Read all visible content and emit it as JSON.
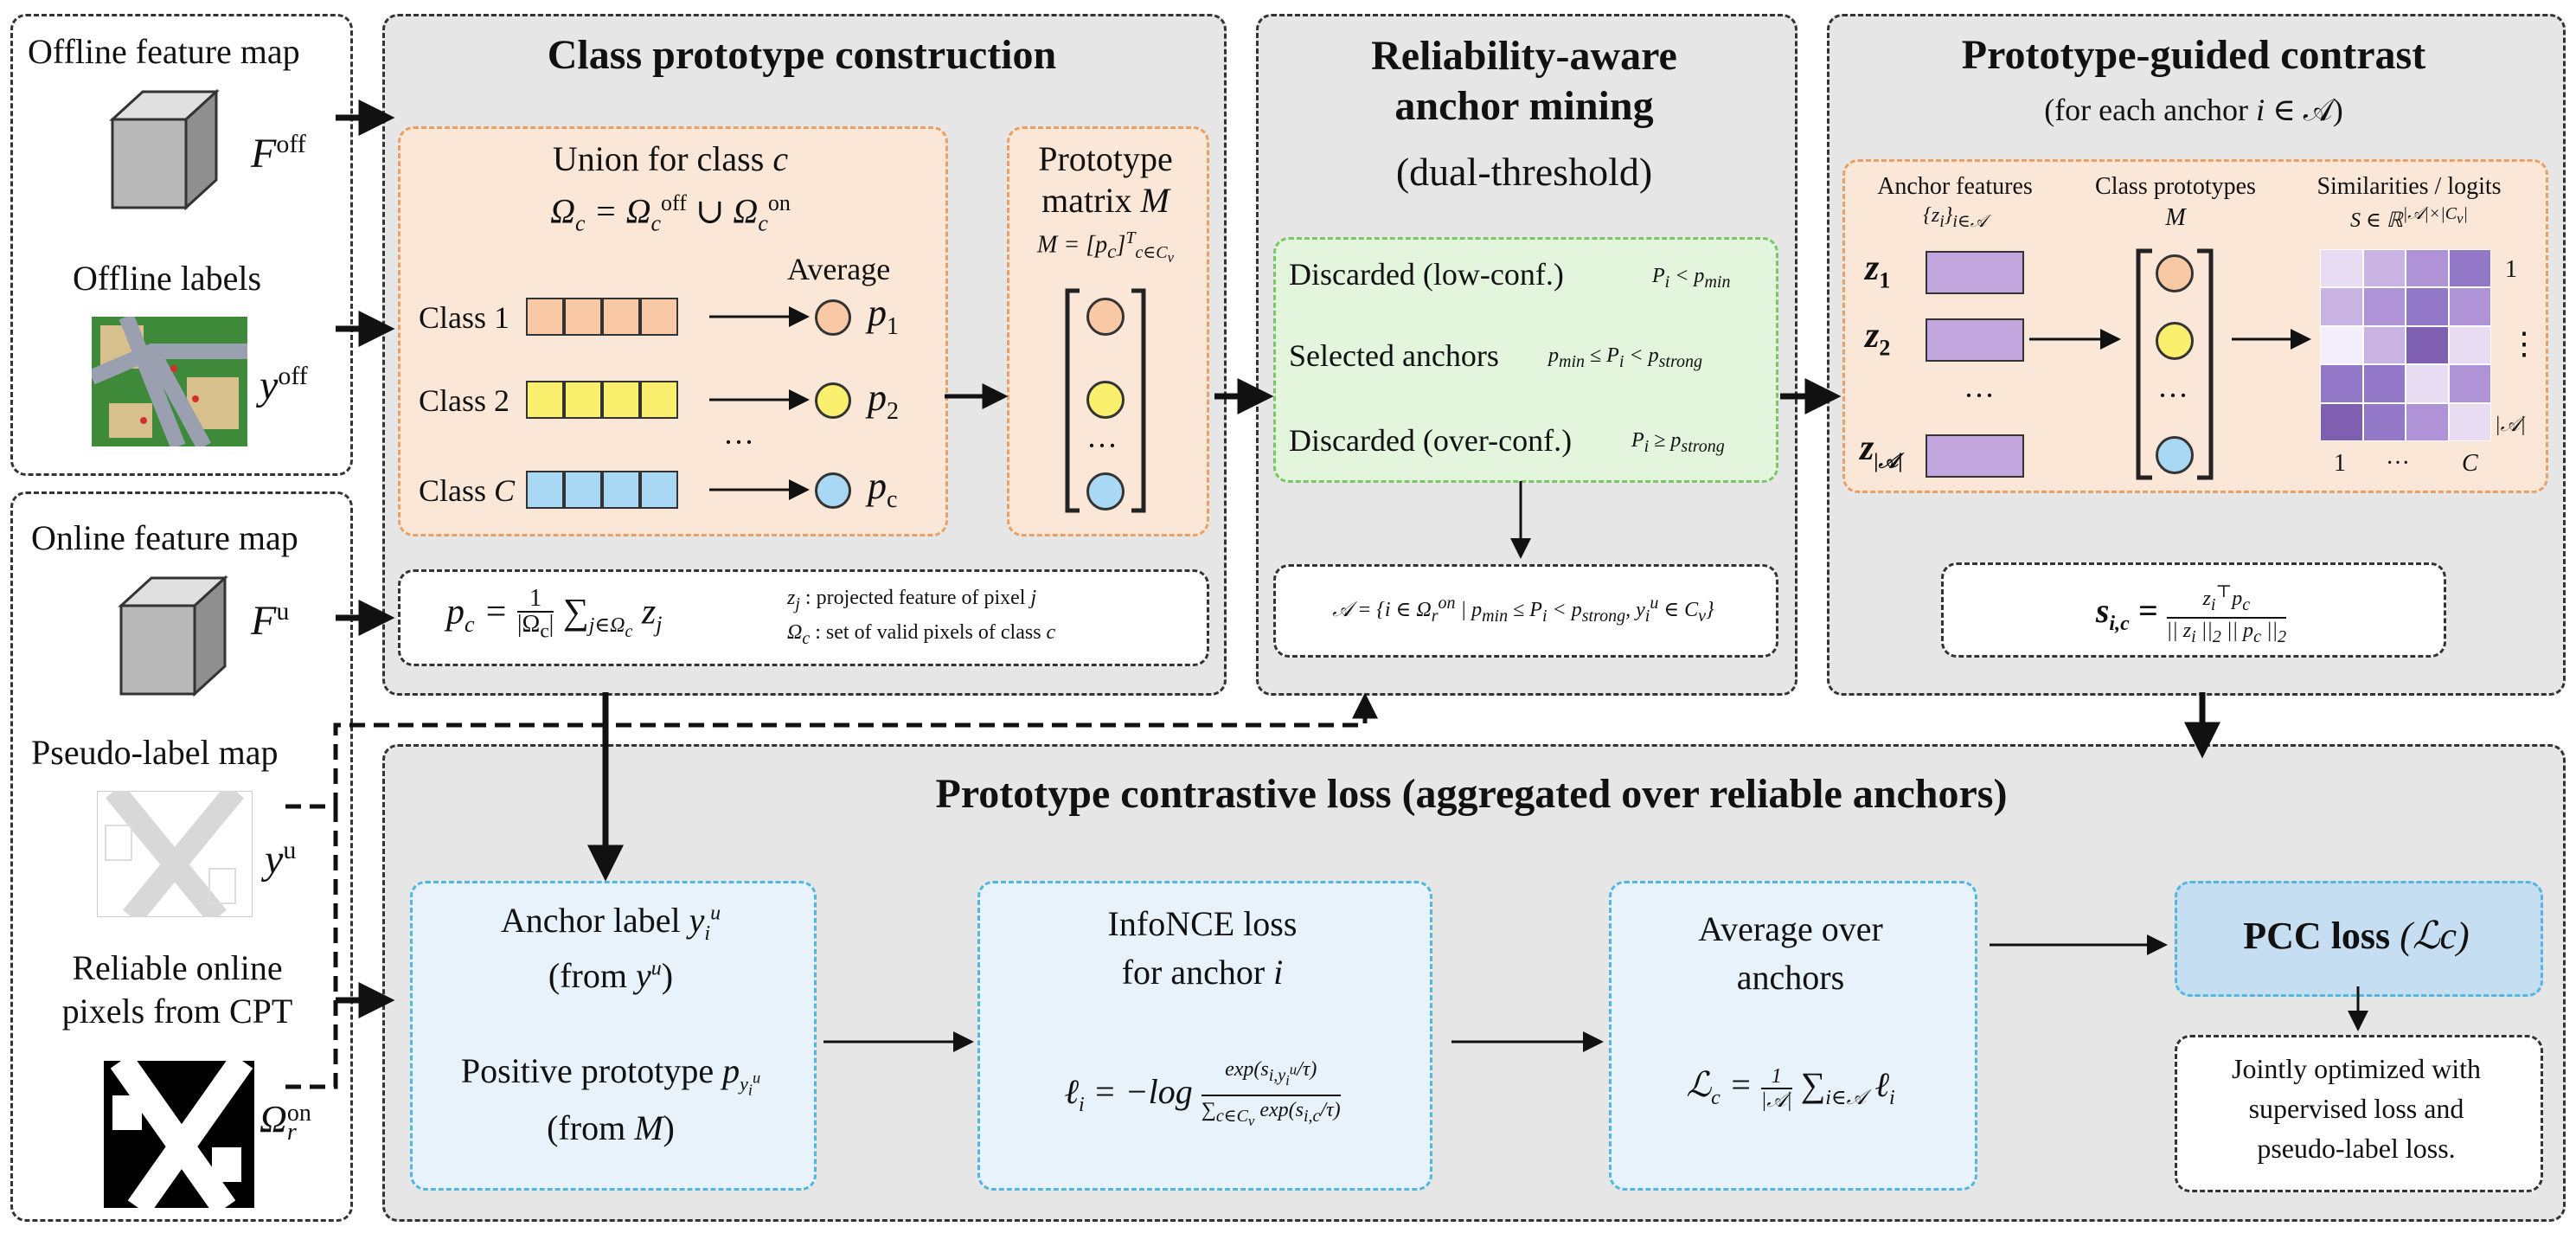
{
  "inputs": {
    "offline_feature_map": "Offline feature map",
    "F_off": "F",
    "F_off_sup": "off",
    "offline_labels": "Offline labels",
    "y_off": "y",
    "y_off_sup": "off",
    "online_feature_map": "Online feature map",
    "F_u": "F",
    "F_u_sup": "u",
    "pseudo_label_map": "Pseudo-label map",
    "y_u": "y",
    "y_u_sup": "u",
    "reliable_line1": "Reliable online",
    "reliable_line2": "pixels from CPT",
    "omega_r": "Ω",
    "omega_r_sub": "r",
    "omega_r_sup": "on"
  },
  "cpc": {
    "title": "Class prototype construction",
    "union_title": "Union for class c",
    "union_formula": "Ω_c = Ω_c^off ∪ Ω_c^on",
    "average": "Average",
    "classes": [
      {
        "label": "Class 1",
        "proto": "p",
        "sub": "1",
        "color": "#f9c9a6"
      },
      {
        "label": "Class 2",
        "proto": "p",
        "sub": "2",
        "color": "#fbef6e"
      },
      {
        "label": "Class C",
        "proto": "p",
        "sub": "c",
        "color": "#a8d8f3"
      }
    ],
    "ellipsis": "···",
    "matrix_title_1": "Prototype",
    "matrix_title_2": "matrix M",
    "matrix_formula": "M = [p_c]^T_{c∈C_v}",
    "pc_formula": "p_c = 1/|Ω_c| Σ_{j∈Ω_c} z_j",
    "note1": "z_j : projected feature of pixel j",
    "note2": "Ω_c : set of valid pixels of class c"
  },
  "ram": {
    "title1": "Reliability-aware",
    "title2": "anchor mining",
    "subtitle": "(dual-threshold)",
    "rows": [
      {
        "label": "Discarded (low-conf.)",
        "cond": "P_i < p_min"
      },
      {
        "label": "Selected anchors",
        "cond": "p_min ≤ P_i < p_strong"
      },
      {
        "label": "Discarded (over-conf.)",
        "cond": "P_i ≥ p_strong"
      }
    ],
    "anchor_set": "𝒜 = {i ∈ Ω_r^on | p_min ≤ P_i < p_strong, y_i^u ∈ C_v}"
  },
  "pgc": {
    "title": "Prototype-guided contrast",
    "subtitle": "(for each anchor i ∈ 𝒜)",
    "anchor_features": "Anchor features",
    "anchor_set_label": "{z_i}_{i∈𝒜}",
    "class_prototypes": "Class prototypes",
    "M": "M",
    "similarities": "Similarities / logits",
    "S_def": "S ∈ ℝ^{|𝒜|×|C_v|}",
    "z_labels": [
      "z₁",
      "z₂",
      "···",
      "z|𝒜|"
    ],
    "row_labels": [
      "1",
      "⋮",
      "|𝒜|"
    ],
    "col_labels": [
      "1",
      "···",
      "C"
    ],
    "feature_color": "#c3a6dd",
    "sim_formula": "s_{i,c} = z_i^T p_c / (||z_i||_2 ||p_c||_2)"
  },
  "loss": {
    "title": "Prototype contrastive loss (aggregated over reliable anchors)",
    "anchor_label": "Anchor label",
    "anchor_label_sym": "y_i^u",
    "from_yu": "(from y^u)",
    "positive": "Positive prototype",
    "positive_sym": "p_{y_i^u}",
    "from_M": "(from M)",
    "infonce1": "InfoNCE loss",
    "infonce2": "for anchor i",
    "infonce_formula": "ℓ_i = −log exp(s_{i,y}/τ) / Σ exp(s_{i,c}/τ)",
    "avg1": "Average over",
    "avg2": "anchors",
    "avg_formula": "ℒ_c = 1/|𝒜| Σ ℓ_i",
    "pcc": "PCC loss",
    "pcc_sym": "(ℒc)",
    "joint1": "Jointly optimized with",
    "joint2": "supervised loss and",
    "joint3": "pseudo-label loss."
  },
  "colors": {
    "panel": "#e6e6e6",
    "orange": "#fbe7d8",
    "green": "#e3f5dd",
    "blue": "#e8f2fb",
    "pcc": "#c6def2",
    "purple_dark": "#7e5fb0"
  }
}
